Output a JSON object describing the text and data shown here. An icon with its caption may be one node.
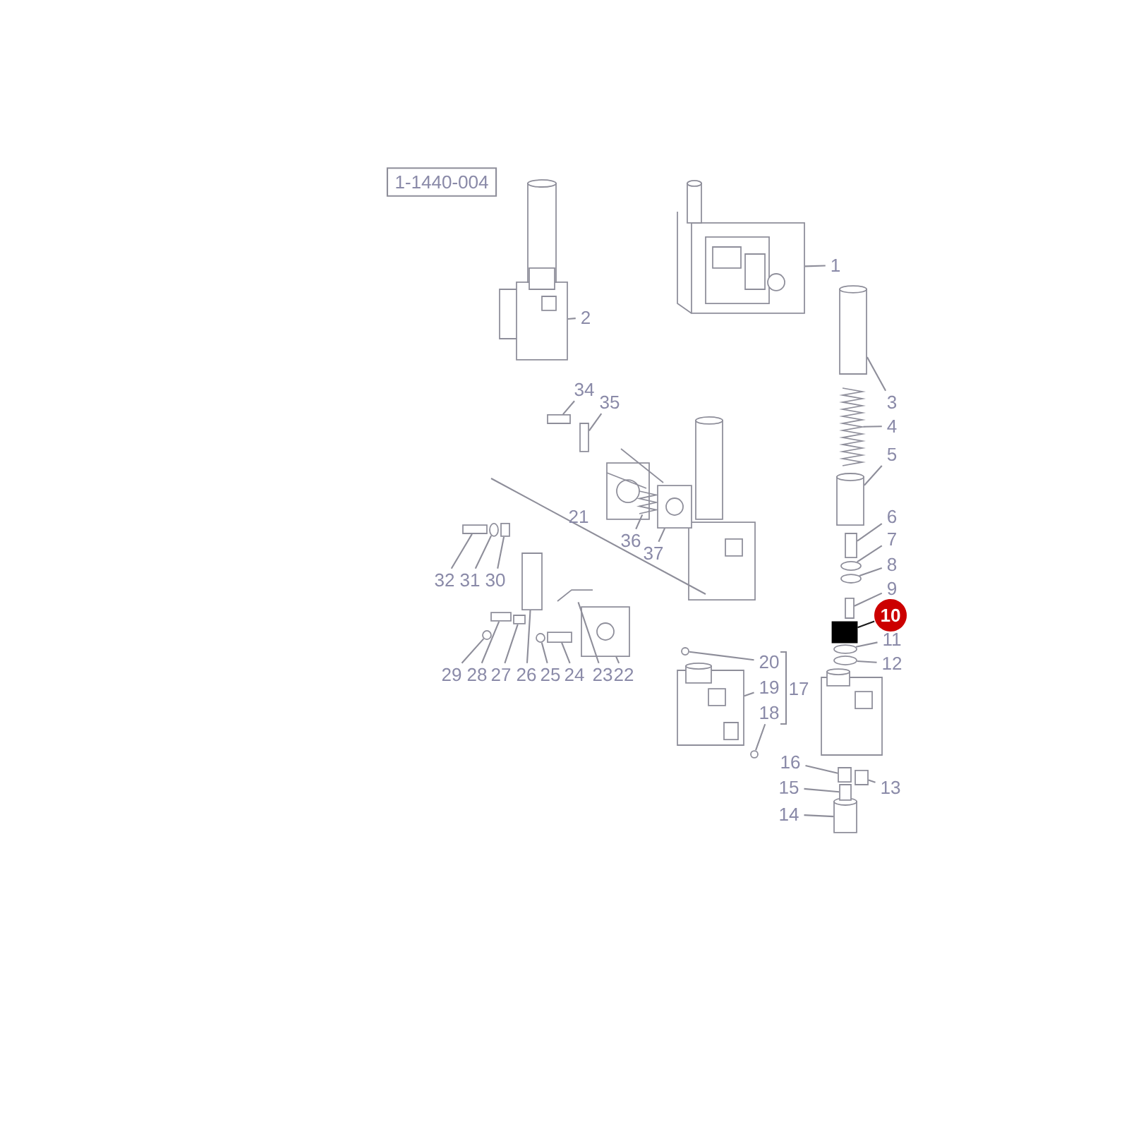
{
  "diagram": {
    "nodes": [
      {
        "text": [
          "1-1440-004"
        ]
      },
      {
        "text": [
          "1"
        ]
      },
      {
        "text": [
          "2"
        ]
      },
      {
        "text": [
          "3"
        ]
      },
      {
        "text": [
          "4"
        ]
      },
      {
        "text": [
          "5"
        ]
      },
      {
        "text": [
          "6"
        ]
      },
      {
        "text": [
          "7"
        ]
      },
      {
        "text": [
          "8"
        ]
      },
      {
        "text": [
          "9"
        ]
      },
      {
        "text": [
          "10"
        ]
      },
      {
        "text": [
          "11"
        ]
      },
      {
        "text": [
          "12"
        ]
      },
      {
        "text": [
          "13"
        ]
      },
      {
        "text": [
          "14"
        ]
      },
      {
        "text": [
          "15"
        ]
      },
      {
        "text": [
          "16"
        ]
      },
      {
        "text": [
          "18"
        ]
      },
      {
        "text": [
          "19"
        ]
      },
      {
        "text": [
          "20"
        ]
      },
      {
        "text": [
          "22"
        ]
      },
      {
        "text": [
          "23"
        ]
      },
      {
        "text": [
          "24"
        ]
      },
      {
        "text": [
          "25"
        ]
      },
      {
        "text": [
          "26"
        ]
      },
      {
        "text": [
          "27"
        ]
      },
      {
        "text": [
          "28"
        ]
      },
      {
        "text": [
          "29"
        ]
      },
      {
        "text": [
          "30"
        ]
      },
      {
        "text": [
          "31"
        ]
      },
      {
        "text": [
          "32"
        ]
      },
      {
        "text": [
          "34"
        ]
      },
      {
        "text": [
          "35"
        ]
      },
      {
        "text": [
          "36"
        ]
      },
      {
        "text": [
          "37"
        ]
      },
      {
        "text": [],
        "shape": "picture"
      },
      {
        "text": [],
        "shape": "picture"
      },
      {
        "text": [],
        "shape": "cylinder"
      },
      {
        "text": [],
        "shape": "picture"
      },
      {
        "text": [],
        "shape": "cylinder"
      },
      {
        "text": [],
        "shape": "box"
      },
      {
        "text": [],
        "shape": "ellipse"
      },
      {
        "text": [],
        "shape": "ellipse"
      },
      {
        "text": [],
        "shape": "box"
      },
      {
        "text": [],
        "shape": "box"
      },
      {
        "text": [],
        "shape": "ellipse"
      },
      {
        "text": [],
        "shape": "ellipse"
      },
      {
        "text": [],
        "shape": "box"
      },
      {
        "text": [],
        "shape": "cylinder"
      },
      {
        "text": [],
        "shape": "box"
      },
      {
        "text": [],
        "shape": "box"
      },
      {
        "text": [],
        "shape": "circle"
      },
      {
        "text": [],
        "shape": "picture"
      },
      {
        "text": [],
        "shape": "circle"
      },
      {
        "text": [],
        "shape": "picture"
      },
      {
        "text": [],
        "shape": "picture"
      },
      {
        "text": [],
        "shape": "box"
      },
      {
        "text": [],
        "shape": "circle"
      },
      {
        "text": [],
        "shape": "box"
      },
      {
        "text": [],
        "shape": "box"
      },
      {
        "text": [],
        "shape": "box"
      },
      {
        "text": [],
        "shape": "circle"
      },
      {
        "text": [],
        "shape": "box"
      },
      {
        "text": [],
        "shape": "ellipse"
      },
      {
        "text": [],
        "shape": "box"
      },
      {
        "text": [],
        "shape": "box"
      },
      {
        "text": [],
        "shape": "box"
      },
      {
        "text": [],
        "shape": "picture"
      },
      {
        "text": [],
        "shape": "picture"
      }
    ],
    "edges": [
      {
        "from": 1,
        "to": 35,
        "arrow": "none"
      },
      {
        "from": 2,
        "to": 36,
        "arrow": "none"
      },
      {
        "from": 3,
        "to": 37,
        "arrow": "none"
      },
      {
        "from": 4,
        "to": 38,
        "arrow": "none"
      },
      {
        "from": 5,
        "to": 39,
        "arrow": "none"
      },
      {
        "from": 6,
        "to": 40,
        "arrow": "none"
      },
      {
        "from": 7,
        "to": 41,
        "arrow": "none"
      },
      {
        "from": 8,
        "to": 42,
        "arrow": "none"
      },
      {
        "from": 9,
        "to": 43,
        "arrow": "none"
      },
      {
        "from": 10,
        "to": 44,
        "arrow": "none",
        "color": "#1a1a1a"
      },
      {
        "from": 11,
        "to": 45,
        "arrow": "none"
      },
      {
        "from": 12,
        "to": 46,
        "arrow": "none"
      },
      {
        "from": 13,
        "to": 47,
        "arrow": "none"
      },
      {
        "from": 14,
        "to": 48,
        "arrow": "none"
      },
      {
        "from": 15,
        "to": 49,
        "arrow": "none"
      },
      {
        "from": 16,
        "to": 50,
        "arrow": "none"
      },
      {
        "from": 17,
        "to": 51,
        "arrow": "none"
      },
      {
        "from": 18,
        "to": 52,
        "arrow": "none"
      },
      {
        "from": 19,
        "to": 53,
        "arrow": "none"
      },
      {
        "from": 20,
        "to": 54,
        "arrow": "none"
      },
      {
        "from": 21,
        "to": 55,
        "arrow": "none"
      },
      {
        "from": 22,
        "to": 56,
        "arrow": "none"
      },
      {
        "from": 23,
        "to": 57,
        "arrow": "none"
      },
      {
        "from": 24,
        "to": 58,
        "arrow": "none"
      },
      {
        "from": 25,
        "to": 59,
        "arrow": "none"
      },
      {
        "from": 26,
        "to": 60,
        "arrow": "none"
      },
      {
        "from": 27,
        "to": 61,
        "arrow": "none"
      },
      {
        "from": 28,
        "to": 62,
        "arrow": "none"
      },
      {
        "from": 29,
        "to": 63,
        "arrow": "none"
      },
      {
        "from": 30,
        "to": 64,
        "arrow": "none"
      },
      {
        "from": 31,
        "to": 65,
        "arrow": "none"
      },
      {
        "from": 32,
        "to": 66,
        "arrow": "none"
      },
      {
        "from": 33,
        "to": 67,
        "arrow": "none"
      },
      {
        "from": 34,
        "to": 68,
        "arrow": "none"
      }
    ],
    "labels": [
      "17",
      "21"
    ]
  }
}
